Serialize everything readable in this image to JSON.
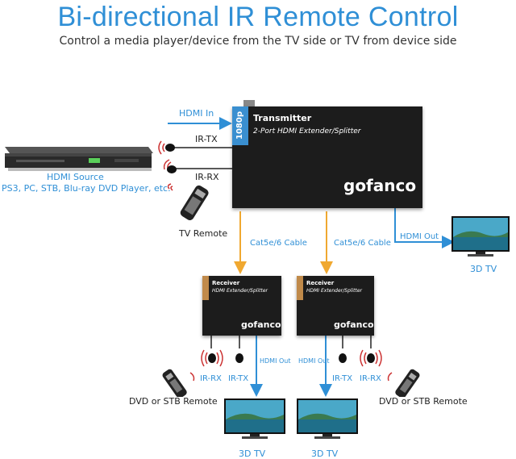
{
  "header": {
    "title": "Bi-directional IR Remote Control",
    "subtitle": "Control a media player/device from the TV side or TV from device side"
  },
  "transmitter": {
    "badge": "1080p",
    "title": "Transmitter",
    "subtitle": "2-Port HDMI Extender/Splitter",
    "logo": "gofanco"
  },
  "source": {
    "title": "HDMI Source",
    "devices": "PS3, PC, STB, Blu-ray DVD Player, etc."
  },
  "labels": {
    "hdmi_in": "HDMI In",
    "ir_tx": "IR-TX",
    "ir_rx": "IR-RX",
    "tv_remote": "TV Remote",
    "cable_left": "Cat5e/6 Cable",
    "cable_right": "Cat5e/6 Cable",
    "hdmi_out_main": "HDMI Out",
    "tv_main": "3D TV"
  },
  "receivers": [
    {
      "title": "Receiver",
      "subtitle": "HDMI Extender/Splitter",
      "logo": "gofanco",
      "hdmi_out": "HDMI Out",
      "ir_rx": "IR-RX",
      "ir_tx": "IR-TX",
      "remote": "DVD or STB Remote",
      "tv": "3D TV"
    },
    {
      "title": "Receiver",
      "subtitle": "HDMI Extender/Splitter",
      "logo": "gofanco",
      "hdmi_out": "HDMI Out",
      "ir_tx": "IR-TX",
      "ir_rx": "IR-RX",
      "remote": "DVD or STB Remote",
      "tv": "3D TV"
    }
  ],
  "colors": {
    "accent_blue": "#2f8fd6",
    "cable_orange": "#f0a830",
    "device_black": "#1c1c1c"
  }
}
